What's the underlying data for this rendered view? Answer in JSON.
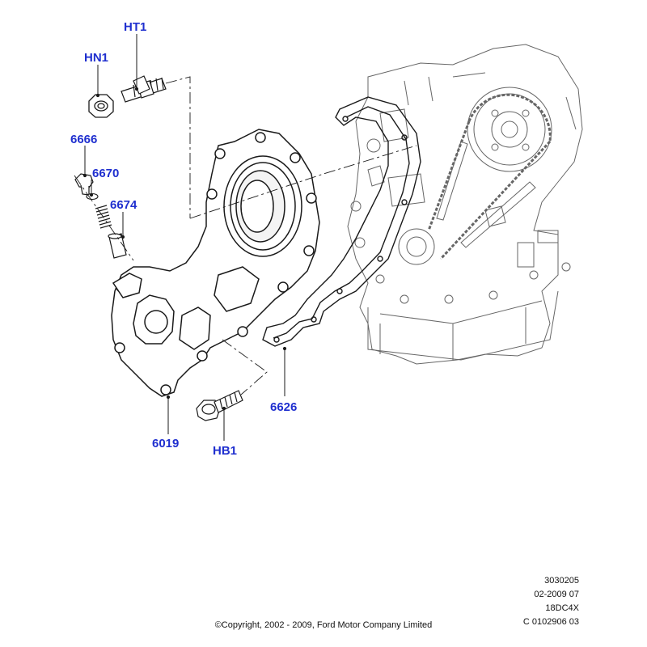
{
  "callouts": {
    "ht1": "HT1",
    "hn1": "HN1",
    "p6666": "6666",
    "p6670": "6670",
    "p6674": "6674",
    "p6626": "6626",
    "p6019": "6019",
    "hb1": "HB1"
  },
  "reference": {
    "line1": "3030205",
    "line2": "02-2009 07",
    "line3": "18DC4X",
    "line4": "C 0102906 03"
  },
  "copyright": "©Copyright, 2002 - 2009, Ford Motor Company Limited",
  "colors": {
    "callout": "#1f2fcf",
    "linework": "#1a1a1a",
    "engine_linework": "#555555"
  }
}
